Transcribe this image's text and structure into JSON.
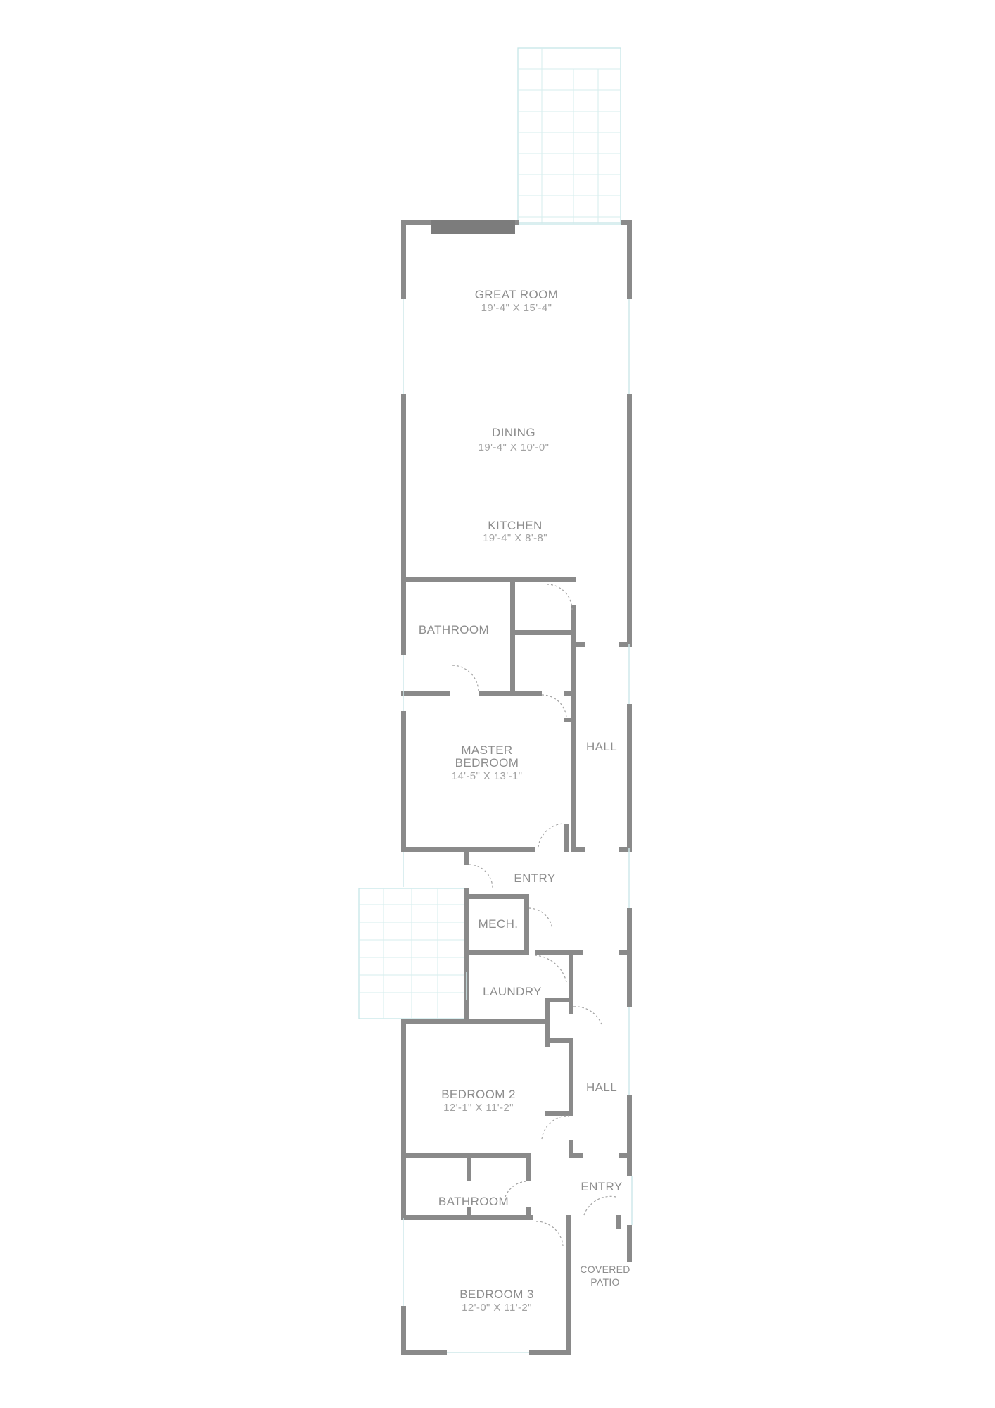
{
  "floor_plan": {
    "rooms": {
      "great_room": {
        "name": "GREAT ROOM",
        "dims": "19'-4\" X 15'-4\""
      },
      "dining": {
        "name": "DINING",
        "dims": "19'-4\" X 10'-0\""
      },
      "kitchen": {
        "name": "KITCHEN",
        "dims": "19'-4\" X 8'-8\""
      },
      "bathroom_1": {
        "name": "BATHROOM"
      },
      "hall_1": {
        "name": "HALL"
      },
      "master_bedroom": {
        "name_line1": "MASTER",
        "name_line2": "BEDROOM",
        "dims": "14'-5\" X 13'-1\""
      },
      "entry_1": {
        "name": "ENTRY"
      },
      "mech": {
        "name": "MECH."
      },
      "laundry": {
        "name": "LAUNDRY"
      },
      "hall_2": {
        "name": "HALL"
      },
      "bedroom_2": {
        "name": "BEDROOM 2",
        "dims": "12'-1\" X 11'-2\""
      },
      "entry_2": {
        "name": "ENTRY"
      },
      "bathroom_2": {
        "name": "BATHROOM"
      },
      "covered_patio": {
        "name_line1": "COVERED",
        "name_line2": "PATIO"
      },
      "bedroom_3": {
        "name": "BEDROOM 3",
        "dims": "12'-0\" X 11'-2\""
      }
    },
    "colors": {
      "wall": "#8a8a8a",
      "label": "#8d8d8d",
      "deck": "#c6e6e7"
    }
  }
}
